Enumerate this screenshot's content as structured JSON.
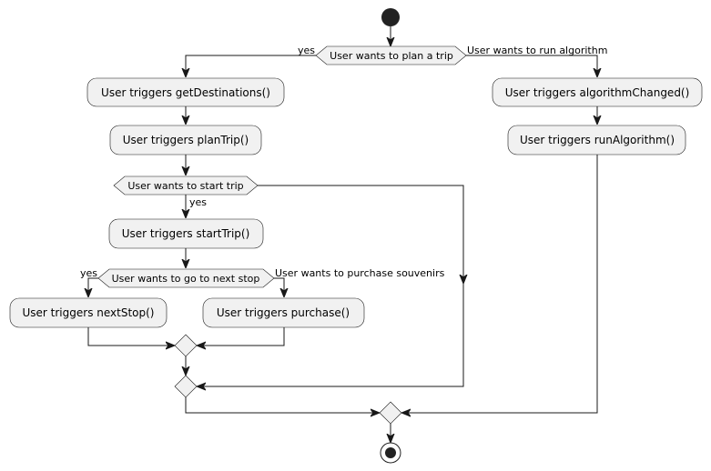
{
  "diagram": {
    "decisions": {
      "plan_trip": {
        "question": "User wants to plan a trip",
        "yes_label": "yes",
        "else_label": "User wants to run algorithm"
      },
      "start_trip": {
        "question": "User wants to start trip",
        "yes_label": "yes"
      },
      "next_stop": {
        "question": "User wants to go to next stop",
        "yes_label": "yes",
        "else_label": "User wants to purchase souvenirs"
      }
    },
    "activities": {
      "get_destinations": "User triggers getDestinations()",
      "plan_trip": "User triggers planTrip()",
      "start_trip": "User triggers startTrip()",
      "next_stop": "User triggers nextStop()",
      "purchase": "User triggers purchase()",
      "algorithm_changed": "User triggers algorithmChanged()",
      "run_algorithm": "User triggers runAlgorithm()"
    },
    "colors": {
      "node_fill": "#F1F1F1",
      "stroke": "#181818",
      "start_end": "#222222",
      "background": "#FFFFFF"
    }
  }
}
